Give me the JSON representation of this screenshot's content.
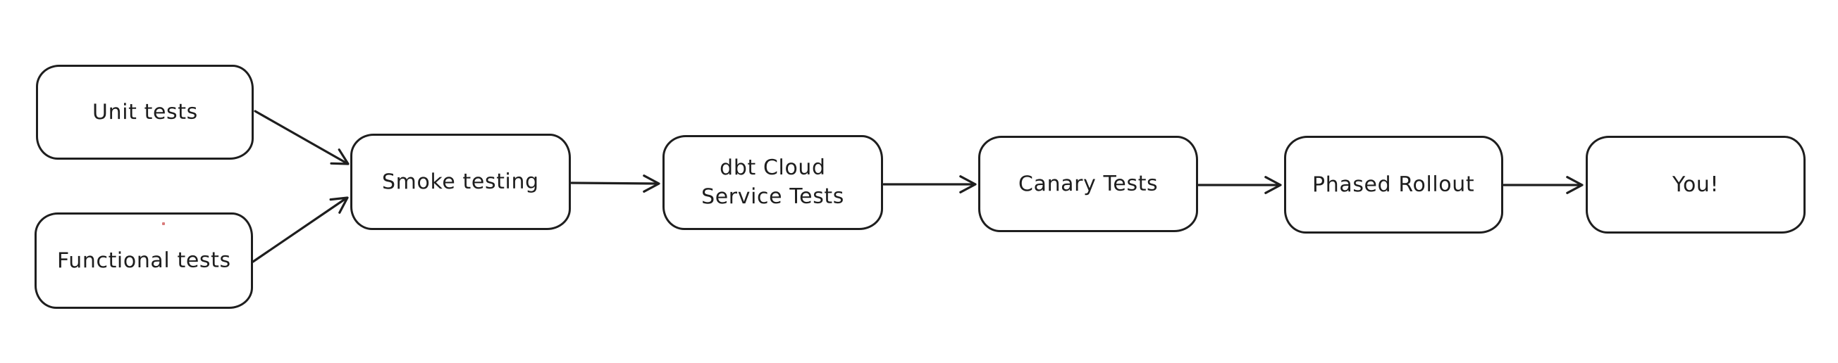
{
  "diagram": {
    "type": "flowchart",
    "style": "excalidraw-hand-drawn",
    "colors": {
      "stroke": "#1e1e1e",
      "background": "#ffffff",
      "speck": "#d97b7b"
    },
    "nodes": [
      {
        "id": "unit-tests",
        "label": "Unit tests"
      },
      {
        "id": "functional-tests",
        "label": "Functional tests"
      },
      {
        "id": "smoke-testing",
        "label": "Smoke testing"
      },
      {
        "id": "dbt-cloud-service-tests",
        "label": "dbt Cloud\nService Tests"
      },
      {
        "id": "canary-tests",
        "label": "Canary Tests"
      },
      {
        "id": "phased-rollout",
        "label": "Phased Rollout"
      },
      {
        "id": "you",
        "label": "You!"
      }
    ],
    "edges": [
      {
        "from": "unit-tests",
        "to": "smoke-testing"
      },
      {
        "from": "functional-tests",
        "to": "smoke-testing"
      },
      {
        "from": "smoke-testing",
        "to": "dbt-cloud-service-tests"
      },
      {
        "from": "dbt-cloud-service-tests",
        "to": "canary-tests"
      },
      {
        "from": "canary-tests",
        "to": "phased-rollout"
      },
      {
        "from": "phased-rollout",
        "to": "you"
      }
    ]
  }
}
